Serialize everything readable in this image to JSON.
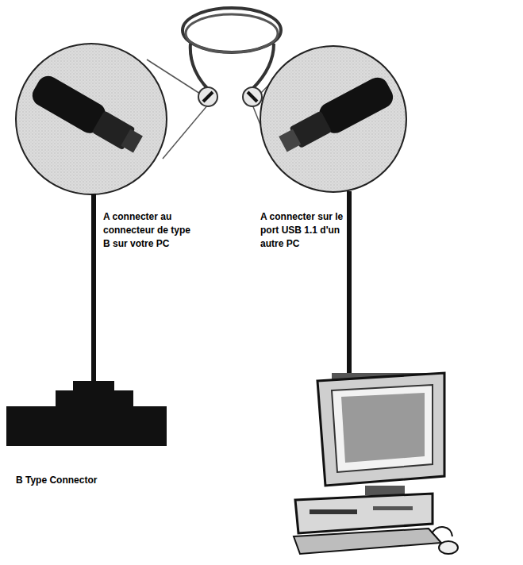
{
  "diagram": {
    "labels": [
      "A connecter au connecteur de type B sur votre PC",
      "A connecter sur le port USB 1.1 d'un autre PC",
      "B Type Connector"
    ]
  }
}
